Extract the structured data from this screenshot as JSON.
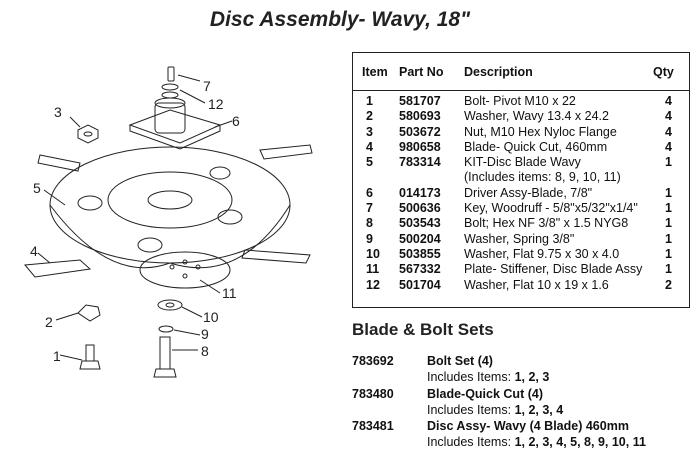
{
  "title": "Disc Assembly- Wavy, 18\"",
  "callouts": [
    "7",
    "12",
    "3",
    "6",
    "5",
    "4",
    "11",
    "10",
    "2",
    "9",
    "8",
    "1"
  ],
  "table": {
    "headers": {
      "item": "Item",
      "part": "Part No",
      "desc": "Description",
      "qty": "Qty"
    },
    "rows": [
      {
        "item": "1",
        "part": "581707",
        "desc": "Bolt- Pivot M10 x 22",
        "qty": "4"
      },
      {
        "item": "2",
        "part": "580693",
        "desc": "Washer, Wavy 13.4 x 24.2",
        "qty": "4"
      },
      {
        "item": "3",
        "part": "503672",
        "desc": "Nut, M10 Hex Nyloc Flange",
        "qty": "4"
      },
      {
        "item": "4",
        "part": "980658",
        "desc": "Blade- Quick Cut, 460mm",
        "qty": "4"
      },
      {
        "item": "5",
        "part": "783314",
        "desc": "KIT-Disc Blade Wavy",
        "qty": "1"
      },
      {
        "item": "",
        "part": "",
        "desc": "(Includes items: 8, 9, 10, 11)",
        "qty": ""
      },
      {
        "item": "6",
        "part": "014173",
        "desc": "Driver Assy-Blade,  7/8\"",
        "qty": "1"
      },
      {
        "item": "7",
        "part": "500636",
        "desc": "Key, Woodruff - 5/8\"x5/32\"x1/4\"",
        "qty": "1"
      },
      {
        "item": "8",
        "part": "503543",
        "desc": "Bolt; Hex NF 3/8\" x 1.5 NYG8",
        "qty": "1"
      },
      {
        "item": "9",
        "part": "500204",
        "desc": "Washer, Spring 3/8\"",
        "qty": "1"
      },
      {
        "item": "10",
        "part": "503855",
        "desc": "Washer, Flat 9.75 x 30 x 4.0",
        "qty": "1"
      },
      {
        "item": "11",
        "part": "567332",
        "desc": "Plate- Stiffener, Disc Blade Assy",
        "qty": "1"
      },
      {
        "item": "12",
        "part": "501704",
        "desc": "Washer, Flat 10 x 19 x 1.6",
        "qty": "2"
      }
    ]
  },
  "sets": {
    "title": "Blade & Bolt Sets",
    "includes_label": "Includes Items:",
    "items": [
      {
        "part": "783692",
        "name": "Bolt Set (4)",
        "includes": "1, 2, 3"
      },
      {
        "part": "783480",
        "name": "Blade-Quick Cut (4)",
        "includes": "1, 2, 3, 4"
      },
      {
        "part": "783481",
        "name": "Disc Assy- Wavy  (4 Blade) 460mm",
        "includes": "1, 2, 3, 4, 5, 8, 9, 10, 11"
      }
    ]
  }
}
